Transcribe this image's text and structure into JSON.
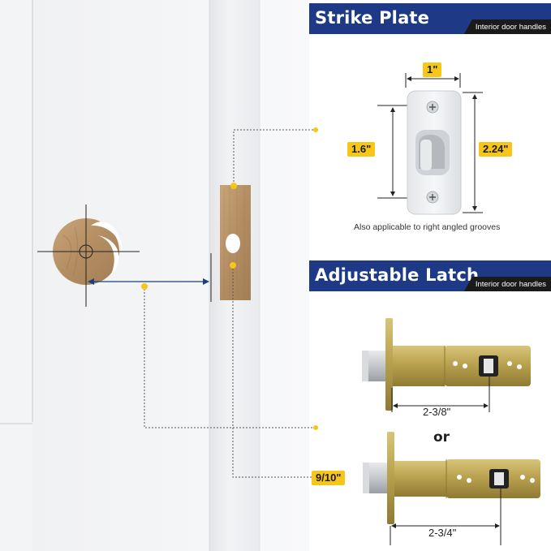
{
  "strike_plate": {
    "title": "Strike Plate",
    "subtitle": "Interior door handles",
    "width_label": "1\"",
    "height_label": "1.6\"",
    "overall_height_label": "2.24\"",
    "note": "Also applicable to right angled grooves"
  },
  "latch": {
    "title": "Adjustable Latch",
    "subtitle": "Interior door handles",
    "short_backset_label": "2-3/8\"",
    "or_label": "or",
    "faceplate_label": "9/10\"",
    "long_backset_label": "2-3/4\""
  },
  "colors": {
    "banner": "#1e3a86",
    "banner_tag": "#1a1a1a",
    "accent": "#f6c619",
    "dimension_line": "#1a3f7a",
    "wood": "#b8946a",
    "brass": "#b9a24f"
  }
}
